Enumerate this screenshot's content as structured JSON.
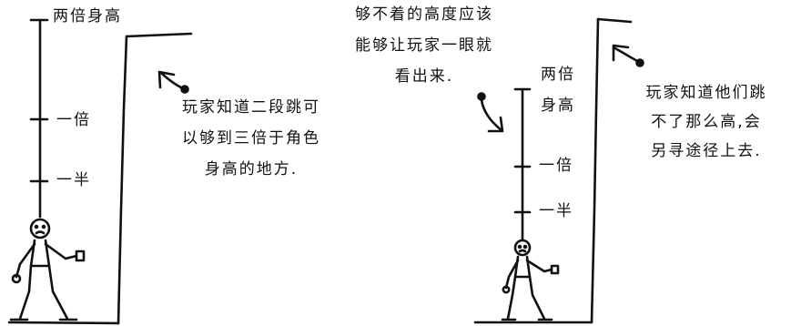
{
  "left_panel": {
    "ruler_labels": {
      "top": "两倍身高",
      "middle": "一倍",
      "bottom": "一半"
    },
    "caption_lines": [
      "玩家知道二段跳可",
      "以够到三倍于角色",
      "身高的地方."
    ]
  },
  "middle_note": {
    "lines": [
      "够不着的高度应该",
      "能够让玩家一眼就",
      "看出来."
    ]
  },
  "right_panel": {
    "ruler_labels": {
      "top": "两倍",
      "top_line2": "身高",
      "middle": "一倍",
      "bottom": "一半"
    },
    "caption_lines": [
      "玩家知道他们跳",
      "不了那么高,会",
      "另寻途径上去."
    ]
  }
}
